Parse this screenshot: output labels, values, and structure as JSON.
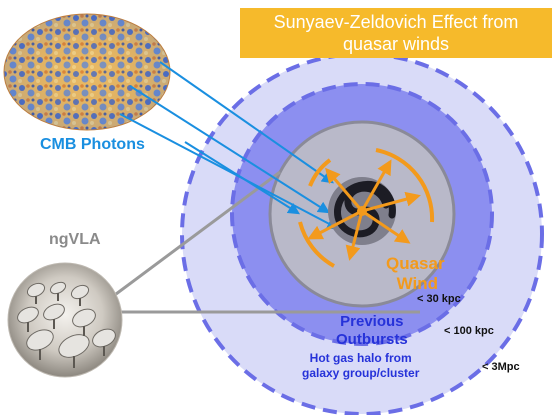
{
  "title": "Sunyaev-Zeldovich Effect from quasar winds",
  "title_line1": "Sunyaev-Zeldovich Effect from",
  "title_line2": "quasar winds",
  "cmb_label": "CMB Photons",
  "ngvla_label": "ngVLA",
  "wind_label_line1": "Quasar",
  "wind_label_line2": "Wind",
  "previous_line1": "Previous",
  "previous_line2": "Outbursts",
  "halo_line1": "Hot gas halo from",
  "halo_line2": "galaxy group/cluster",
  "scale_30": "< 30 kpc",
  "scale_100": "< 100 kpc",
  "scale_3": "< 3Mpc",
  "colors": {
    "title_bg": "#f6ba2b",
    "cmb_blue": "#1a8fe0",
    "wind_orange": "#f39a1c",
    "outer_halo": "#d9dbf8",
    "mid_halo": "#8c8ff0",
    "inner_disk": "#b9b9c9",
    "dashed_ring": "#6b6ee6",
    "text_blue": "#2632d9",
    "gray_label": "#8a8a8a"
  },
  "icons": [
    "cmb-map-icon",
    "telescope-array-icon",
    "spiral-galaxy-icon"
  ]
}
